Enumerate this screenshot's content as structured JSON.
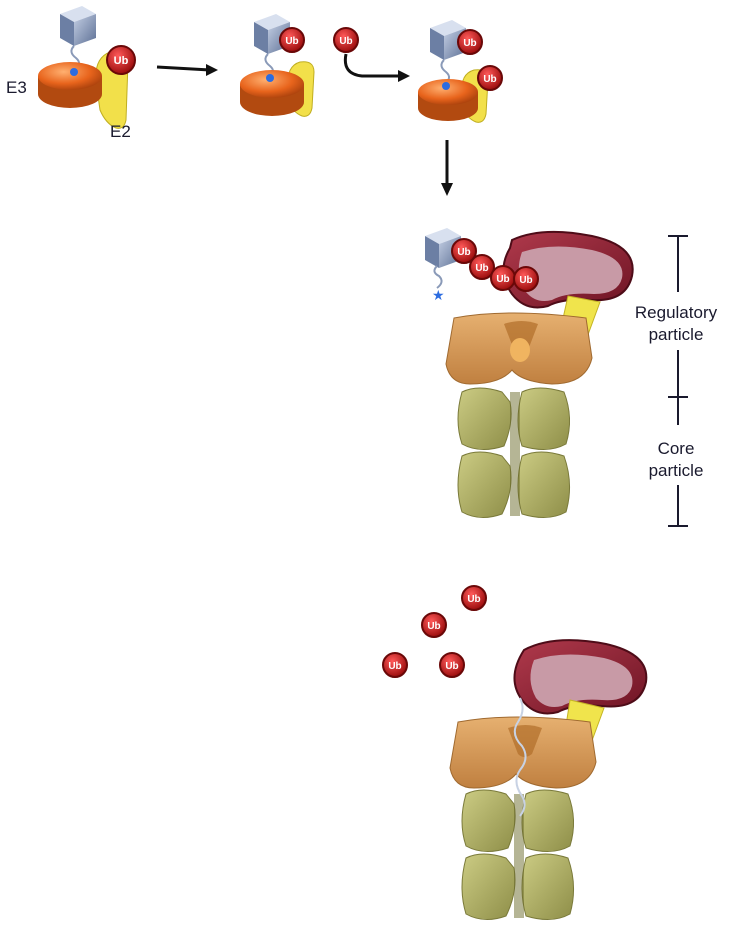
{
  "labels": {
    "e3": "E3",
    "e2": "E2",
    "regulatory_particle": [
      "Regulatory",
      "particle"
    ],
    "core_particle": [
      "Core",
      "particle"
    ]
  },
  "ub_label": "Ub",
  "colors": {
    "ub": "#d01c1c",
    "e3": "#e8641c",
    "e2": "#f2e04a",
    "substrate": "#7f93b8",
    "lid": "#9c2a3c",
    "regulatory_base": "#d89a58",
    "core": "#b4b468",
    "arrow": "#111111",
    "bracket": "#1a1a2e"
  },
  "icons": [
    "substrate-cube-icon",
    "ubiquitin-icon",
    "e3-ligase-icon",
    "e2-enzyme-icon",
    "proteasome-icon",
    "arrow-icon"
  ]
}
